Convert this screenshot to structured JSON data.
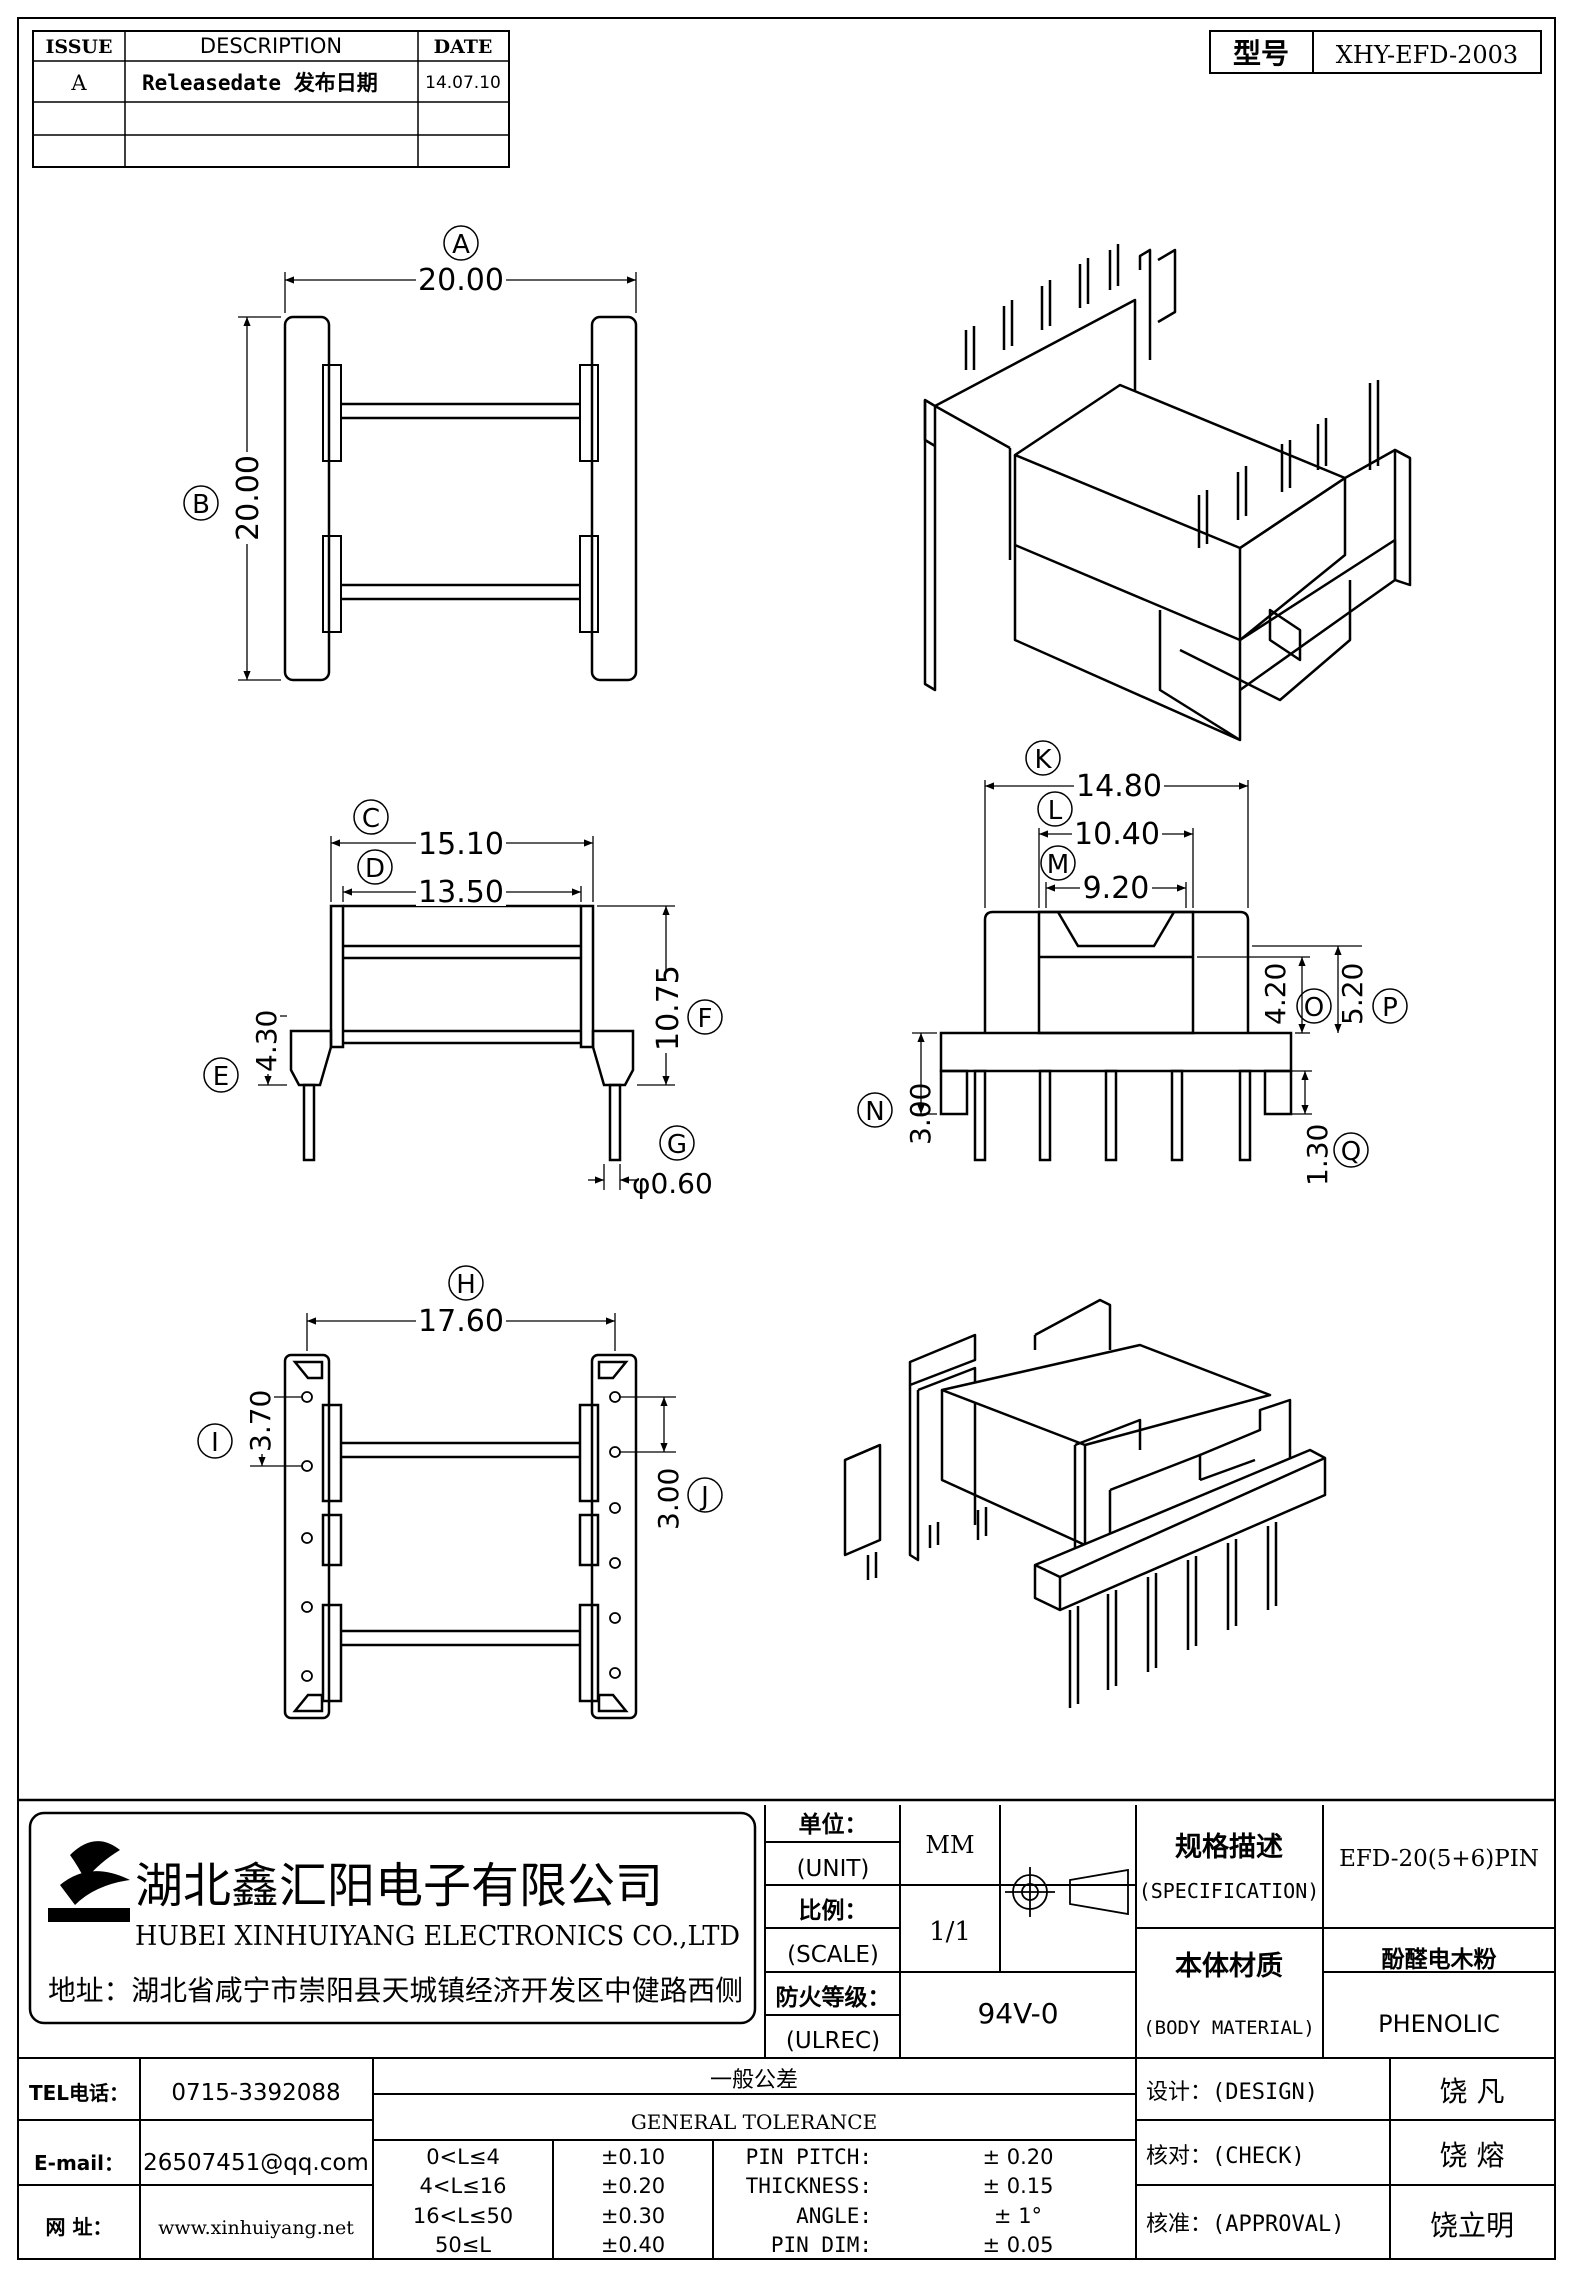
{
  "revision_table": {
    "headers": [
      "ISSUE",
      "DESCRIPTION",
      "DATE"
    ],
    "rows": [
      {
        "issue": "A",
        "description": "Releasedate 发布日期",
        "date": "14.07.10"
      }
    ]
  },
  "model": {
    "label": "型号",
    "value": "XHY-EFD-2003"
  },
  "top_view": {
    "dims": [
      {
        "letter": "A",
        "value": "20.00"
      },
      {
        "letter": "B",
        "value": "20.00"
      }
    ]
  },
  "front_view": {
    "dims": [
      {
        "letter": "C",
        "value": "15.10"
      },
      {
        "letter": "D",
        "value": "13.50"
      },
      {
        "letter": "E",
        "value": "4.30"
      },
      {
        "letter": "F",
        "value": "10.75"
      },
      {
        "letter": "G",
        "value": "φ0.60"
      }
    ]
  },
  "side_view": {
    "dims": [
      {
        "letter": "K",
        "value": "14.80"
      },
      {
        "letter": "L",
        "value": "10.40"
      },
      {
        "letter": "M",
        "value": "9.20"
      },
      {
        "letter": "O",
        "value": "4.20"
      },
      {
        "letter": "P",
        "value": "5.20"
      },
      {
        "letter": "N",
        "value": "3.00"
      },
      {
        "letter": "Q",
        "value": "1.30"
      }
    ]
  },
  "bottom_view": {
    "dims": [
      {
        "letter": "H",
        "value": "17.60"
      },
      {
        "letter": "I",
        "value": "3.70"
      },
      {
        "letter": "J",
        "value": "3.00"
      }
    ]
  },
  "title_block": {
    "company_cn": "湖北鑫汇阳电子有限公司",
    "company_en": "HUBEI XINHUIYANG ELECTRONICS CO.,LTD",
    "address": "地址：湖北省咸宁市崇阳县天城镇经济开发区中健路西侧",
    "unit_label": "单位：",
    "unit_label_en": "(UNIT)",
    "unit_value": "MM",
    "scale_label": "比例：",
    "scale_label_en": "(SCALE)",
    "scale_value": "1/1",
    "fire_label": "防火等级：",
    "fire_label_en": "(ULREC)",
    "fire_value": "94V-0",
    "spec_label": "规格描述",
    "spec_label_en": "(SPECIFICATION)",
    "spec_value": "EFD-20(5+6)PIN",
    "material_label": "本体材质",
    "material_label_en": "(BODY MATERIAL)",
    "material_value_cn": "酚醛电木粉",
    "material_value": "PHENOLIC",
    "tel_label": "TEL电话：",
    "tel_value": "0715-3392088",
    "email_label": "E-mail：",
    "email_value": "26507451@qq.com",
    "web_label": "网   址：",
    "web_value": "www.xinhuiyang.net",
    "tolerance_title_cn": "一般公差",
    "tolerance_title_en": "GENERAL TOLERANCE",
    "tolerance_rows": [
      {
        "range": "0<L≤4",
        "tol": "±0.10",
        "name": "PIN PITCH:",
        "value": "± 0.20"
      },
      {
        "range": "4<L≤16",
        "tol": "±0.20",
        "name": "THICKNESS:",
        "value": "± 0.15"
      },
      {
        "range": "16<L≤50",
        "tol": "±0.30",
        "name": "ANGLE:",
        "value": "± 1°"
      },
      {
        "range": "50≤L",
        "tol": "±0.40",
        "name": "PIN DIM:",
        "value": "± 0.05"
      }
    ],
    "design_label": "设计：(DESIGN)",
    "design_value": "饶  凡",
    "check_label": "核对：(CHECK)",
    "check_value": "饶  熔",
    "approval_label": "核准：(APPROVAL)",
    "approval_value": "饶立明"
  }
}
